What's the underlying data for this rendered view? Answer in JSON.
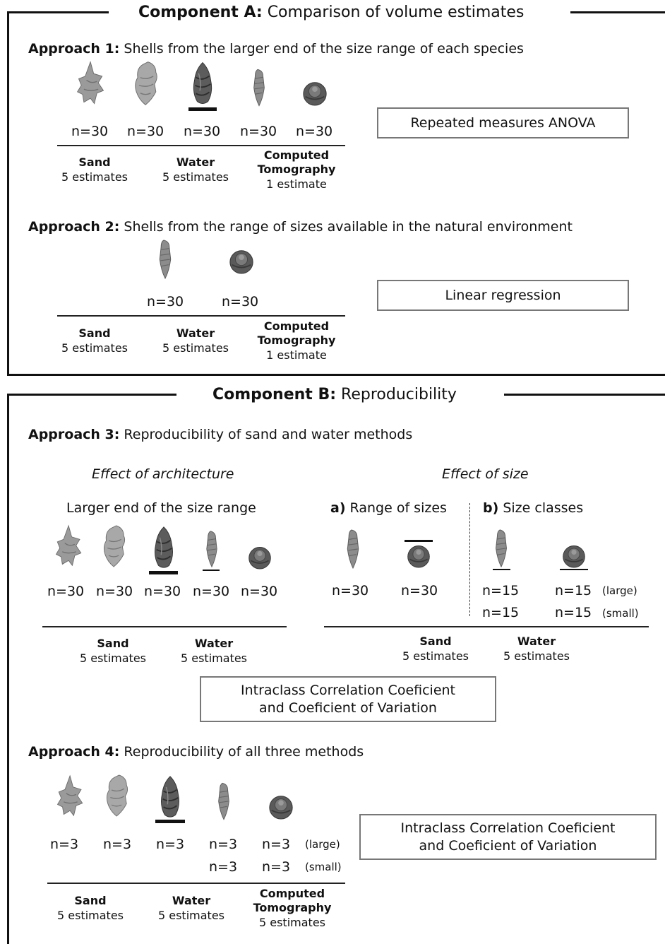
{
  "componentA": {
    "title_bold": "Component A:",
    "title_rest": " Comparison of volume estimates",
    "approach1": {
      "label": "Approach 1:",
      "text": " Shells from the larger end of the size range of each species",
      "counts": [
        "n=30",
        "n=30",
        "n=30",
        "n=30",
        "n=30"
      ],
      "box": "Repeated measures ANOVA"
    },
    "approach2": {
      "label": "Approach 2:",
      "text": " Shells from the range of sizes available in the natural environment",
      "counts": [
        "n=30",
        "n=30"
      ],
      "box": "Linear regression"
    }
  },
  "componentB": {
    "title_bold": "Component B:",
    "title_rest": " Reproducibility",
    "approach3": {
      "label": "Approach 3:",
      "text": " Reproducibility of sand and water methods",
      "effect_architecture": "Effect of architecture",
      "effect_size": "Effect of size",
      "larger_end": "Larger end of the size range",
      "range_label": "a)",
      "range_text": " Range of sizes",
      "classes_label": "b)",
      "classes_text": " Size classes",
      "counts_arch": [
        "n=30",
        "n=30",
        "n=30",
        "n=30",
        "n=30"
      ],
      "counts_range": [
        "n=30",
        "n=30"
      ],
      "counts_classes_large": [
        "n=15",
        "n=15"
      ],
      "counts_classes_small": [
        "n=15",
        "n=15"
      ],
      "large_tag": "(large)",
      "small_tag": "(small)",
      "box_line1": "Intraclass Correlation Coeficient",
      "box_line2": "and Coeficient of Variation"
    },
    "approach4": {
      "label": "Approach 4:",
      "text": " Reproducibility of all three methods",
      "counts_large": [
        "n=3",
        "n=3",
        "n=3",
        "n=3",
        "n=3"
      ],
      "counts_small": [
        "n=3",
        "n=3"
      ],
      "large_tag": "(large)",
      "small_tag": "(small)",
      "box_line1": "Intraclass Correlation Coeficient",
      "box_line2": "and Coeficient of Variation"
    }
  },
  "methods": {
    "sand": "Sand",
    "water": "Water",
    "ct_line1": "Computed",
    "ct_line2": "Tomography",
    "five": "5 estimates",
    "one": "1 estimate"
  },
  "colors": {
    "frame": "#111111",
    "box_border": "#777777",
    "shell_light": "#9a9a9a",
    "shell_dark": "#5a5a5a"
  }
}
